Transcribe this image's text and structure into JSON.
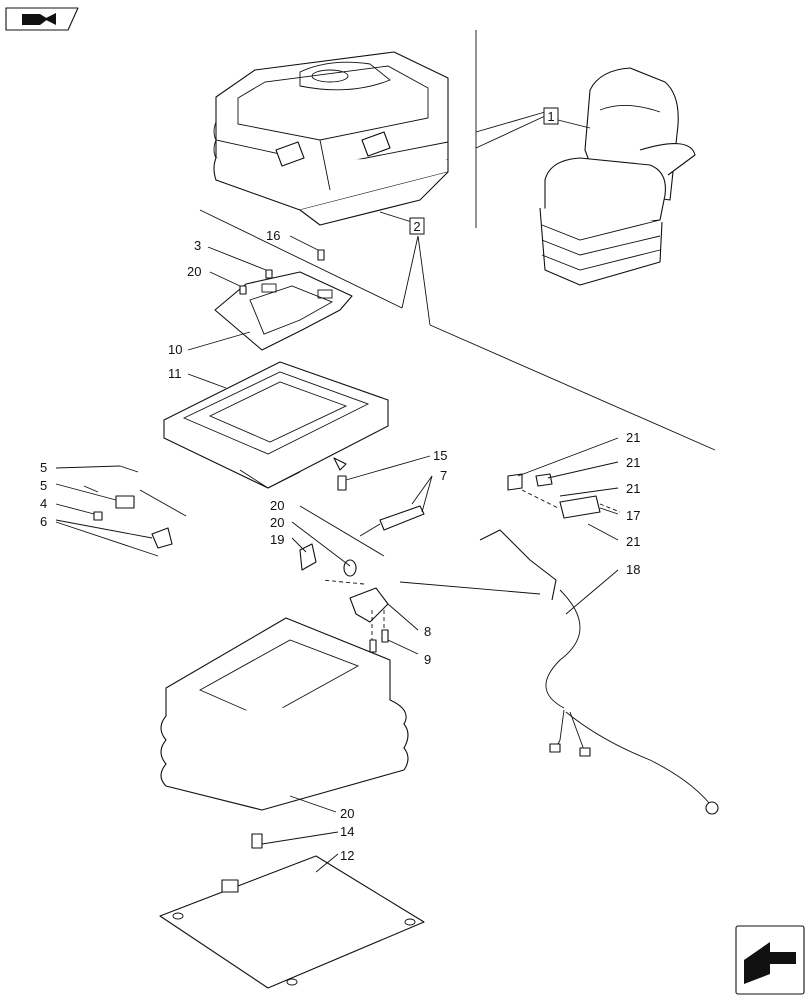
{
  "callouts": {
    "c1": "1",
    "c2": "2",
    "c3": "3",
    "c4": "4",
    "c5a": "5",
    "c5b": "5",
    "c6": "6",
    "c7": "7",
    "c8": "8",
    "c9": "9",
    "c10": "10",
    "c11": "11",
    "c12": "12",
    "c14": "14",
    "c15": "15",
    "c16": "16",
    "c17": "17",
    "c18": "18",
    "c19": "19",
    "c20a": "20",
    "c20b": "20",
    "c20c": "20",
    "c20d": "20",
    "c21a": "21",
    "c21b": "21",
    "c21c": "21",
    "c21d": "21"
  },
  "icons": {
    "top_left": "parts-catalog-nav-icon",
    "bottom_right": "next-page-arrow-icon"
  }
}
